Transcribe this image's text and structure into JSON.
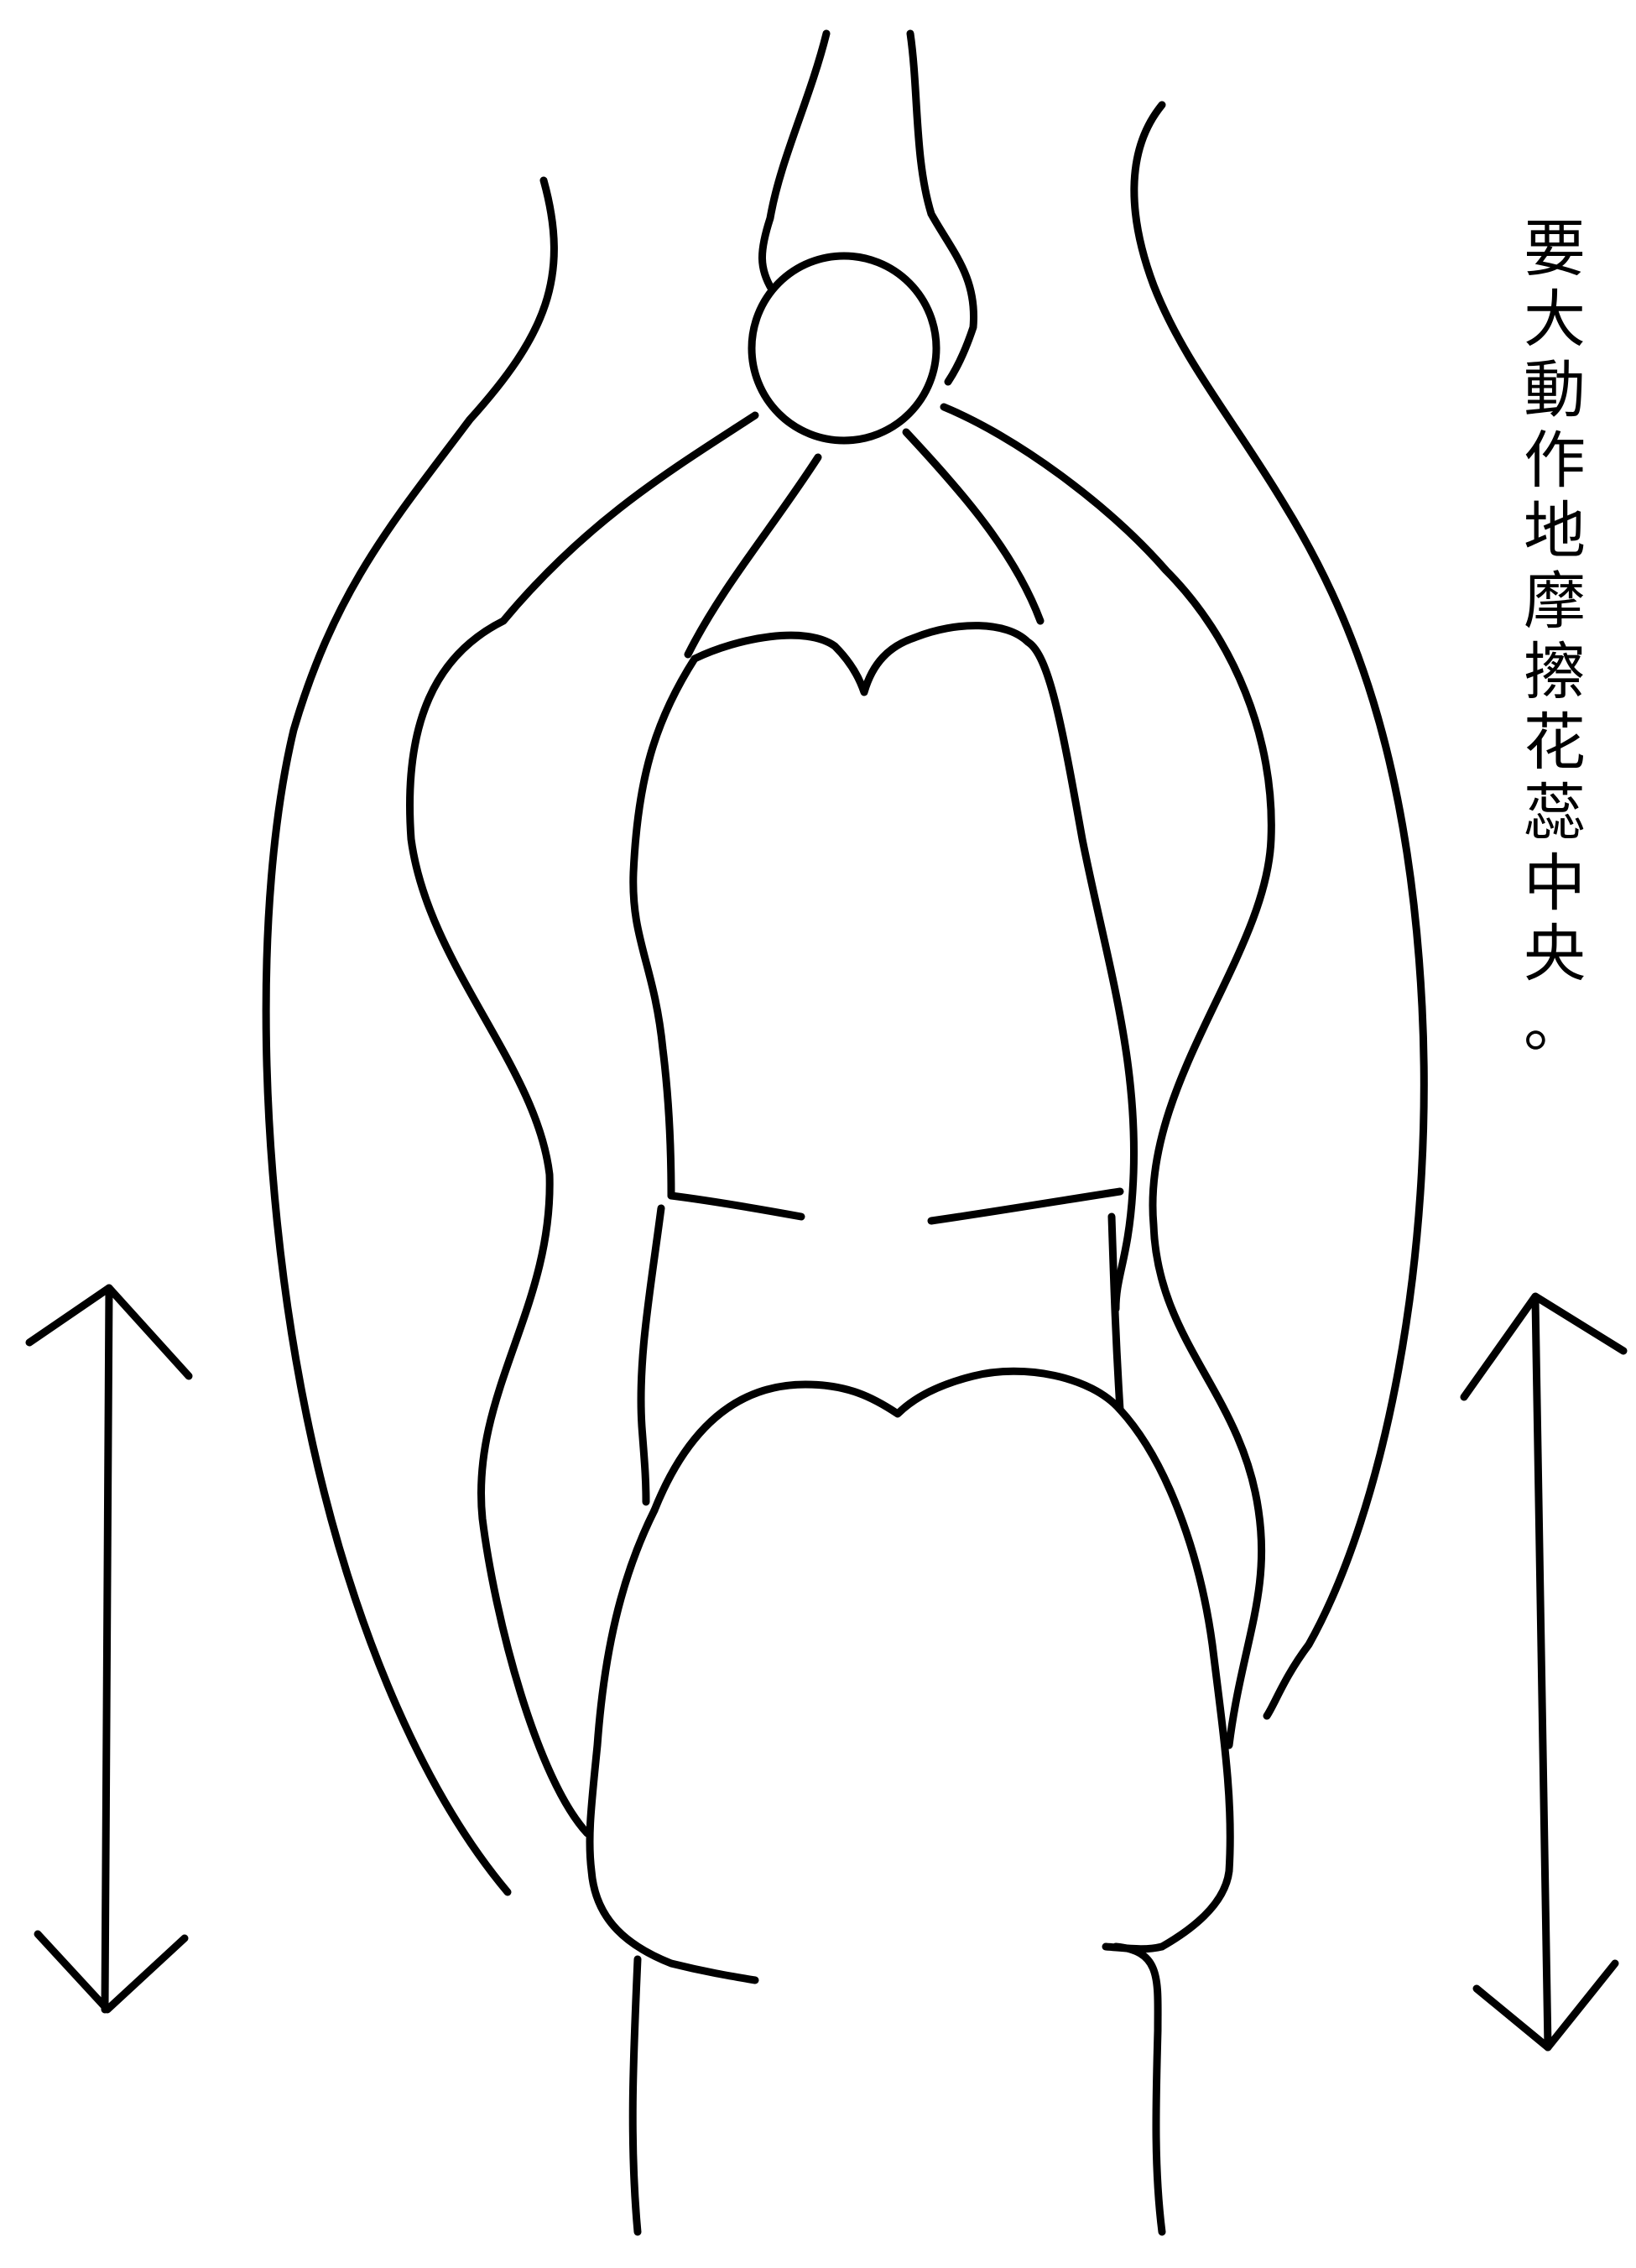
{
  "caption": {
    "text": "要大動作地摩擦花蕊中央。",
    "chars": [
      "要",
      "大",
      "動",
      "作",
      "地",
      "摩",
      "擦",
      "花",
      "蕊",
      "中",
      "央",
      "。"
    ]
  }
}
